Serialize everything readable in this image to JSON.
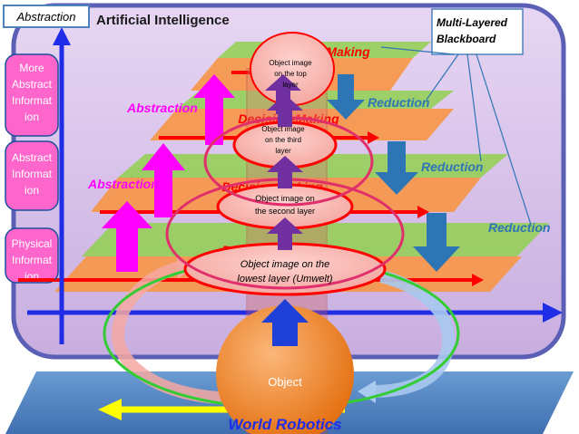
{
  "title": "Artificial Intelligence",
  "tag_abstraction": "Abstraction",
  "blackboard_label": [
    "Multi-Layered",
    "Blackboard"
  ],
  "left_boxes": {
    "more_abstract": [
      "More",
      "Abstract",
      "Informat",
      "ion"
    ],
    "abstract": [
      "Abstract",
      "Informat",
      "ion"
    ],
    "physical": [
      "Physical",
      "Informat",
      "ion"
    ]
  },
  "abstraction_labels": [
    "Abstraction",
    "Abstraction"
  ],
  "reduction_labels": [
    "Reduction",
    "Reduction",
    "Reduction"
  ],
  "layer_titles": [
    "Decision-Making",
    "Decision-Making",
    "Decision-Making",
    "Decision-Making"
  ],
  "object_images": {
    "top": [
      "Object image",
      "on the top",
      "layer"
    ],
    "third": [
      "Object image",
      "on the third",
      "layer"
    ],
    "second": [
      "Object image on",
      "the second layer"
    ],
    "lowest": [
      "Object image on the",
      "lowest layer (Umwelt)"
    ]
  },
  "object_label": "Object",
  "bottom_label": "World Robotics",
  "colors": {
    "background_panel": "#d9c2ec",
    "panel_border": "#5b5fb5",
    "layer_orange": "#f79646",
    "layer_green": "#92d050",
    "magenta": "#ff00ff",
    "blue_arrow": "#2e75b6",
    "purple": "#7030a0",
    "red": "#ff0000",
    "blue_axis": "#1f2ee6",
    "yellow": "#ffff00",
    "bottom_plane": "#4f81bd",
    "box_fill": "#c0504d"
  }
}
